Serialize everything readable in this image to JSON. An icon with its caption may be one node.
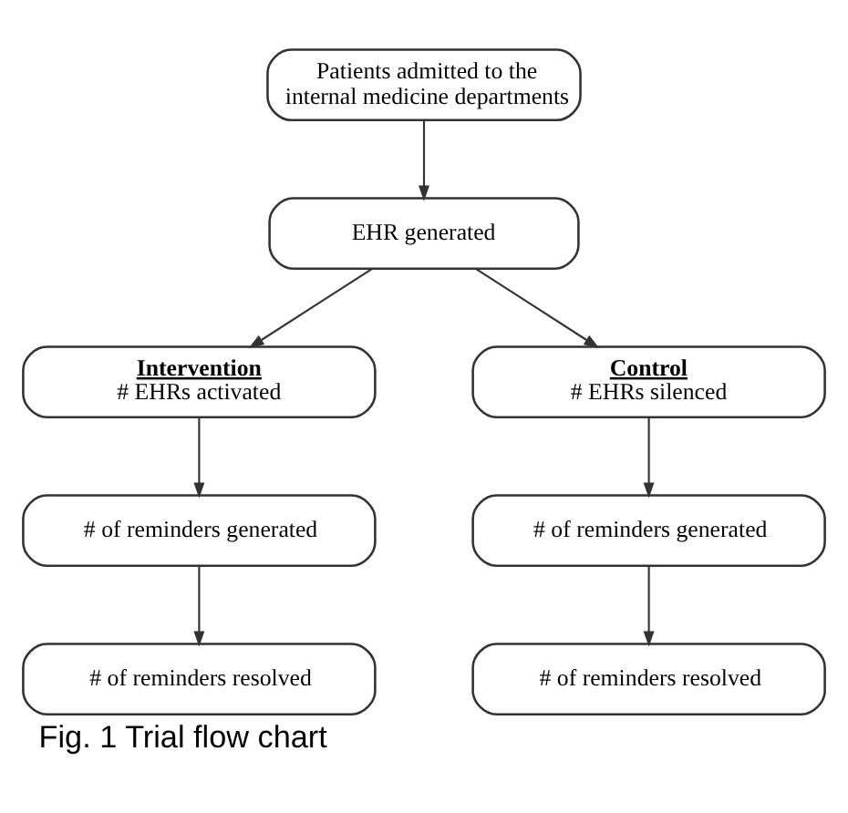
{
  "diagram": {
    "caption": "Fig. 1 Trial flow chart",
    "nodes": [
      {
        "text": [
          "Patients admitted to the internal medicine departments"
        ]
      },
      {
        "text": [
          "EHR generated"
        ]
      },
      {
        "text": [
          "Intervention",
          "# EHRs activated"
        ]
      },
      {
        "text": [
          "Control",
          "# EHRs silenced"
        ]
      },
      {
        "text": [
          "# of reminders generated"
        ]
      },
      {
        "text": [
          "# of reminders generated"
        ]
      },
      {
        "text": [
          "# of reminders resolved"
        ]
      },
      {
        "text": [
          "# of reminders resolved"
        ]
      }
    ],
    "edges": [
      {
        "from": 0,
        "to": 1,
        "arrow": "to"
      },
      {
        "from": 1,
        "to": 2,
        "arrow": "to"
      },
      {
        "from": 1,
        "to": 3,
        "arrow": "to"
      },
      {
        "from": 2,
        "to": 4,
        "arrow": "to"
      },
      {
        "from": 3,
        "to": 5,
        "arrow": "to"
      },
      {
        "from": 4,
        "to": 6,
        "arrow": "to"
      },
      {
        "from": 5,
        "to": 7,
        "arrow": "to"
      }
    ]
  }
}
